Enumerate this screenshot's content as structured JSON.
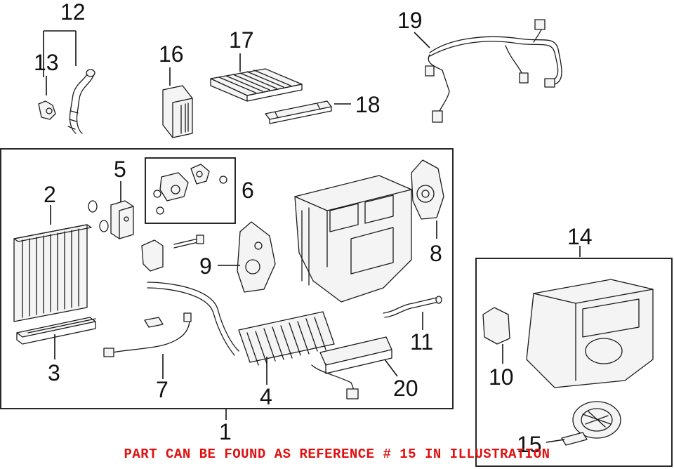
{
  "callouts": {
    "c1": "1",
    "c2": "2",
    "c3": "3",
    "c4": "4",
    "c5": "5",
    "c6": "6",
    "c7": "7",
    "c8": "8",
    "c9": "9",
    "c10": "10",
    "c11": "11",
    "c12": "12",
    "c13": "13",
    "c14": "14",
    "c15": "15",
    "c16": "16",
    "c17": "17",
    "c18": "18",
    "c19": "19",
    "c20": "20"
  },
  "note": "PART CAN BE FOUND AS REFERENCE # 15 IN ILLUSTRATION",
  "colors": {
    "note": "#e01010",
    "line": "#1a1a1a"
  }
}
